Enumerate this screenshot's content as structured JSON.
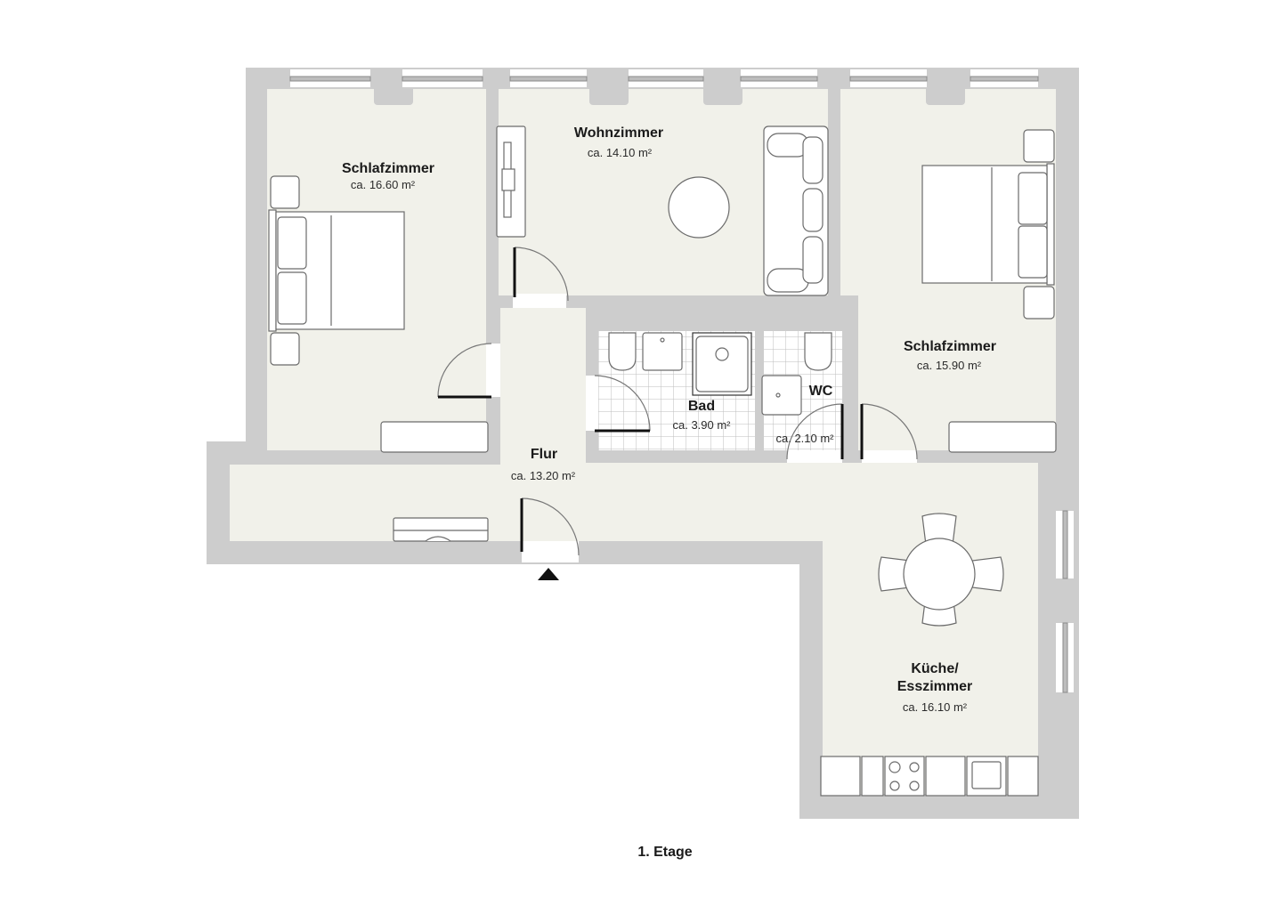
{
  "floor_label": "1. Etage",
  "colors": {
    "wall": "#cdcdcd",
    "floor": "#f1f1ea",
    "tile_bg": "#ffffff",
    "tile_grid": "#bdbdbd",
    "furniture_fill": "#ffffff",
    "furniture_stroke": "#6b6b6b",
    "door_leaf": "#111111",
    "text": "#1a1a1a"
  },
  "rooms": [
    {
      "id": "schlafzimmer-1",
      "name": "Schlafzimmer",
      "area": "ca. 16.60 m²"
    },
    {
      "id": "wohnzimmer",
      "name": "Wohnzimmer",
      "area": "ca. 14.10 m²"
    },
    {
      "id": "schlafzimmer-2",
      "name": "Schlafzimmer",
      "area": "ca. 15.90 m²"
    },
    {
      "id": "bad",
      "name": "Bad",
      "area": "ca. 3.90 m²"
    },
    {
      "id": "wc",
      "name": "WC",
      "area": "ca. 2.10 m²"
    },
    {
      "id": "flur",
      "name": "Flur",
      "area": "ca. 13.20 m²"
    },
    {
      "id": "kueche",
      "name_line1": "Küche/",
      "name_line2": "Esszimmer",
      "area": "ca. 16.10 m²"
    }
  ],
  "symbols": {
    "entrance": "entrance-arrow-icon",
    "door": "door-swing-icon",
    "window": "window-icon",
    "bed": "double-bed-icon",
    "sofa": "sofa-icon",
    "table": "round-table-icon",
    "toilet": "toilet-icon",
    "sink": "sink-icon",
    "shower": "shower-icon",
    "stove": "cooktop-icon"
  }
}
